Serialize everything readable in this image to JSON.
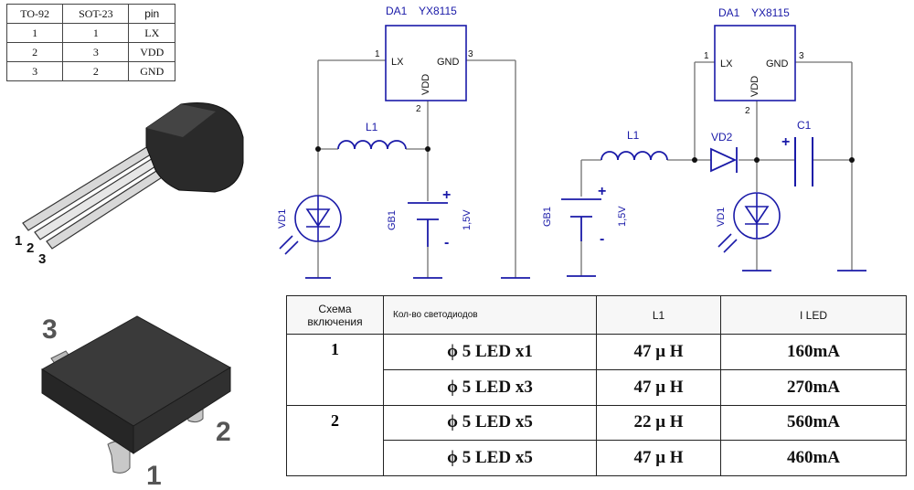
{
  "pin_table": {
    "headers": [
      "TO-92",
      "SOT-23",
      "pin"
    ],
    "rows": [
      [
        "1",
        "1",
        "LX"
      ],
      [
        "2",
        "3",
        "VDD"
      ],
      [
        "3",
        "2",
        "GND"
      ]
    ]
  },
  "to92_pins": [
    "1",
    "2",
    "3"
  ],
  "sot23_pins": [
    "3",
    "2",
    "1"
  ],
  "schematic_left": {
    "ic_ref": "DA1",
    "ic_name": "YX8115",
    "pin_lx": "LX",
    "pin_vdd": "VDD",
    "pin_gnd": "GND",
    "pin1": "1",
    "pin2": "2",
    "pin3": "3",
    "inductor": "L1",
    "led": "VD1",
    "battery": "GB1",
    "voltage": "1,5V",
    "plus": "+",
    "minus": "-"
  },
  "schematic_right": {
    "ic_ref": "DA1",
    "ic_name": "YX8115",
    "pin_lx": "LX",
    "pin_vdd": "VDD",
    "pin_gnd": "GND",
    "pin1": "1",
    "pin2": "2",
    "pin3": "3",
    "inductor": "L1",
    "diode": "VD2",
    "capacitor": "C1",
    "cap_plus": "+",
    "led": "VD1",
    "battery": "GB1",
    "voltage": "1,5V",
    "plus": "+",
    "minus": "-"
  },
  "led_table": {
    "headers": {
      "scheme_line1": "Схема",
      "scheme_line2": "включения",
      "count": "Кол-во светодиодов",
      "inductor": "L1",
      "current": "I LED"
    },
    "groups": [
      {
        "scheme": "1",
        "rows": [
          {
            "leds": "ϕ 5 LED x1",
            "l1": "47 μ H",
            "current": "160mA"
          },
          {
            "leds": "ϕ 5 LED x3",
            "l1": "47 μ H",
            "current": "270mA"
          }
        ]
      },
      {
        "scheme": "2",
        "rows": [
          {
            "leds": "ϕ 5 LED x5",
            "l1": "22 μ H",
            "current": "560mA"
          },
          {
            "leds": "ϕ 5 LED x5",
            "l1": "47 μ H",
            "current": "460mA"
          }
        ]
      }
    ]
  },
  "colors": {
    "schematic_blue": "#1a1aa8",
    "wire_gray": "#707070",
    "package_dark": "#2a2a2a"
  }
}
